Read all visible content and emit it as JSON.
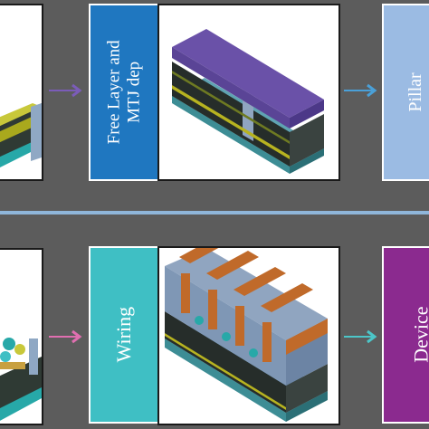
{
  "steps": {
    "free_layer_mtj": {
      "label": "Free Layer and\nMTJ dep",
      "color": "#1f77c0"
    },
    "pillar_patterning": {
      "label": "Pillar\nPatterning",
      "color": "#9bbbe3"
    },
    "wiring": {
      "label": "Wiring",
      "color": "#3fbfc4"
    },
    "device": {
      "label": "Device",
      "color": "#8b2a8f"
    }
  },
  "colors": {
    "background": "#5c5c5c",
    "divider": "#8fb6da",
    "arrow_top": "#7b5cb8",
    "arrow_top_right": "#4aa0d8",
    "arrow_bottom": "#e06fb0",
    "arrow_bottom_right": "#4cc6c8"
  },
  "icons": [
    "arrow-right-icon"
  ]
}
